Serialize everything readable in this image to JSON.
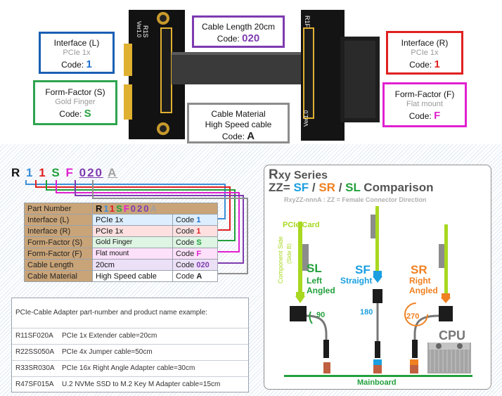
{
  "top": {
    "interface_l": {
      "title": "Interface (L)",
      "sub": "PCIe 1x",
      "code_prefix": "Code:",
      "code": "1",
      "border": "#1a5fb4",
      "code_color": "#1a6fd0"
    },
    "form_factor_s": {
      "title": "Form-Factor (S)",
      "sub": "Gold Finger",
      "code_prefix": "Code:",
      "code": "S",
      "border": "#2ea44f",
      "code_color": "#22a03c"
    },
    "cable_length": {
      "title": "Cable Length 20cm",
      "code_prefix": "Code:",
      "code": "020",
      "border": "#7e3bb0",
      "code_color": "#7e3bb0"
    },
    "cable_material": {
      "title_line1": "Cable Material",
      "title_line2": "High Speed cable",
      "code_prefix": "Code:",
      "code": "A",
      "border": "#8c8c8c",
      "code_color": "#222"
    },
    "interface_r": {
      "title": "Interface (R)",
      "sub": "PCIe 1x",
      "code_prefix": "Code:",
      "code": "1",
      "border": "#e02020",
      "code_color": "#e02020"
    },
    "form_factor_f": {
      "title": "Form-Factor (F)",
      "sub": "Flat mount",
      "code_prefix": "Code:",
      "code": "F",
      "border": "#e020d0",
      "code_color": "#e020d0"
    },
    "pcb_left_labels": [
      "R1S",
      "Ver1.0"
    ],
    "pcb_right_labels": [
      "R1F",
      "Ver1.0"
    ]
  },
  "part": {
    "chars": [
      {
        "ch": "R",
        "color": "#111111"
      },
      {
        "ch": "1",
        "color": "#3c8fd8"
      },
      {
        "ch": "1",
        "color": "#e02020"
      },
      {
        "ch": "S",
        "color": "#22a03c"
      },
      {
        "ch": "F",
        "color": "#e020d0"
      },
      {
        "ch": "020",
        "color": "#7e3bb0"
      },
      {
        "ch": "A",
        "color": "#a0a0a0"
      }
    ]
  },
  "table": {
    "header_label": "Part Number",
    "header_value": "R11SF020A",
    "rows": [
      {
        "label": "Interface (L)",
        "value": "PCIe 1x",
        "code_prefix": "Code",
        "code": "1",
        "bg": "#ddeeff",
        "code_color": "#1a6fd0"
      },
      {
        "label": "Interface (R)",
        "value": "PCIe 1x",
        "code_prefix": "Code",
        "code": "1",
        "bg": "#ffe0e0",
        "code_color": "#e02020"
      },
      {
        "label": "Form-Factor (S)",
        "value": "Gold Finger",
        "code_prefix": "Code",
        "code": "S",
        "bg": "#ddf5e2",
        "code_color": "#22a03c"
      },
      {
        "label": "Form-Factor (F)",
        "value": "Flat mount",
        "code_prefix": "Code",
        "code": "F",
        "bg": "#fde0fa",
        "code_color": "#e020d0"
      },
      {
        "label": "Cable Length",
        "value": "20cm",
        "code_prefix": "Code",
        "code": "020",
        "bg": "#ece0f7",
        "code_color": "#7e3bb0"
      },
      {
        "label": "Cable Material",
        "value": "High Speed cable",
        "code_prefix": "Code",
        "code": "A",
        "bg": "#ffffff",
        "code_color": "#222222"
      }
    ]
  },
  "examples": {
    "heading": "PCIe-Cable Adapter part-number and product name example:",
    "rows": [
      {
        "pn": "R11SF020A",
        "desc": "PCIe 1x Extender cable=20cm"
      },
      {
        "pn": "R22SS050A",
        "desc": "PCIe 4x Jumper cable=50cm"
      },
      {
        "pn": "R33SR030A",
        "desc": "PCIe 16x Right Angle Adapter cable=30cm"
      },
      {
        "pn": "R47SF015A",
        "desc": "U.2 NVMe SSD to M.2 Key M Adapter cable=15cm"
      }
    ]
  },
  "comparison": {
    "title_r": "R",
    "title_rest": "xy Series",
    "zz": "ZZ=",
    "sf": "SF",
    "sep1": " / ",
    "sr": "SR",
    "sep2": " / ",
    "sl": "SL",
    "comparison_word": " Comparison",
    "subtitle": "RxyZZ-nnnA : ZZ = Female Connector Direction",
    "pcie_card": "PCIe Card",
    "component_side": "Component Side",
    "side_b": "(Side B)",
    "sl_code": "SL",
    "sl_name1": "Left",
    "sl_name2": "Angled",
    "sf_code": "SF",
    "sf_name": "Straight",
    "sr_code": "SR",
    "sr_name1": "Right",
    "sr_name2": "Angled",
    "angle_90": "90",
    "angle_180": "180",
    "angle_270": "270",
    "cpu": "CPU",
    "mainboard": "Mainboard",
    "colors": {
      "sl": "#22a03c",
      "sf": "#1a9fe0",
      "sr": "#f08020",
      "lime": "#a8d820"
    }
  }
}
